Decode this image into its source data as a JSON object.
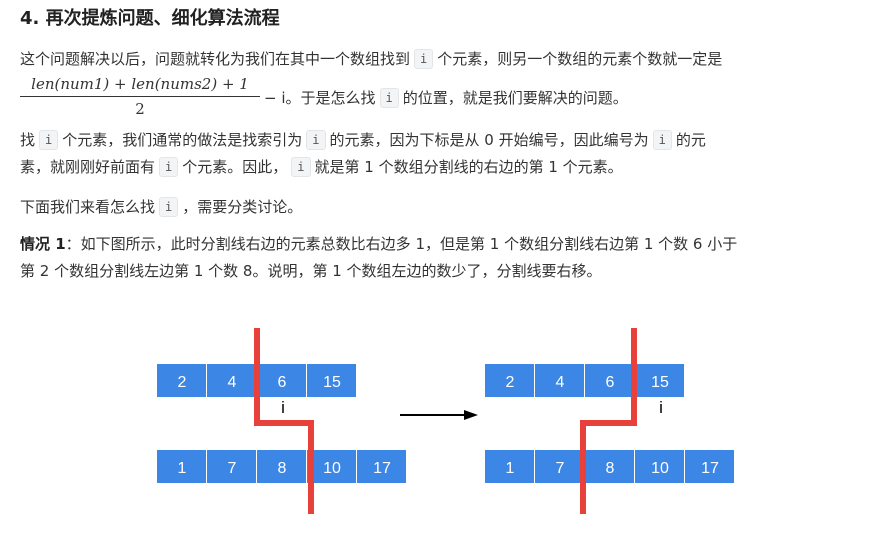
{
  "heading": "4. 再次提炼问题、细化算法流程",
  "para1": {
    "line1_a": "这个问题解决以后，问题就转化为我们在其中一个数组找到",
    "code_i": "i",
    "line1_b": "个元素，则另一个数组的元素个数就一定是",
    "frac_num": "len(num1) + len(nums2) + 1",
    "frac_den": "2",
    "after_frac": "− i。于是怎么找",
    "line2_b": "的位置，就是我们要解决的问题。"
  },
  "para2": {
    "line1_a": "找",
    "line1_b": "个元素，我们通常的做法是找索引为",
    "line1_c": "的元素，因为下标是从 0 开始编号，因此编号为",
    "line1_d": "的元",
    "line2_a": "素，就刚刚好前面有",
    "line2_b": "个元素。因此，",
    "line2_c": "就是第 1 个数组分割线的右边的第 1 个元素。"
  },
  "para3": {
    "a": "下面我们来看怎么找",
    "b": "，需要分类讨论。"
  },
  "para4": {
    "bold": "情况 1",
    "line1": "：如下图所示，此时分割线右边的元素总数比右边多 1，但是第 1 个数组分割线右边第 1 个数 6 小于",
    "line2": "第 2 个数组分割线左边第 1 个数 8。说明，第 1 个数组左边的数少了，分割线要右移。"
  },
  "figure": {
    "left": {
      "top": [
        "2",
        "4",
        "6",
        "15"
      ],
      "bottom": [
        "1",
        "7",
        "8",
        "10",
        "17"
      ],
      "i_label": "i"
    },
    "right": {
      "top": [
        "2",
        "4",
        "6",
        "15"
      ],
      "bottom": [
        "1",
        "7",
        "8",
        "10",
        "17"
      ],
      "i_label": "i"
    },
    "colors": {
      "cell": "#3c86e6",
      "divider": "#e8413c",
      "arrow": "#000000"
    }
  }
}
